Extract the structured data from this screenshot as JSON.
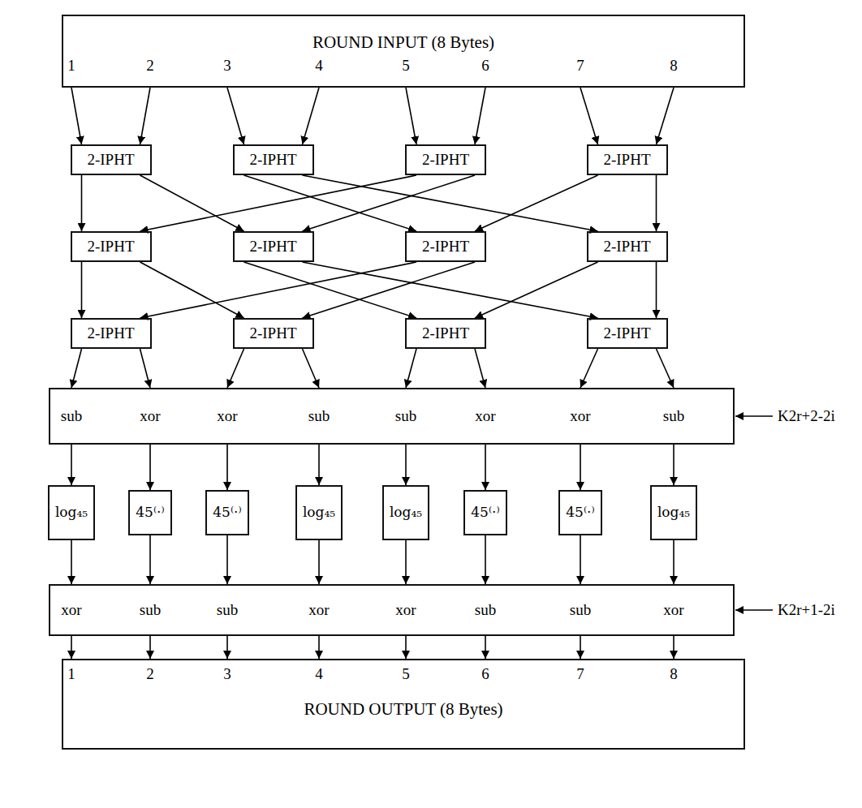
{
  "diagram": {
    "nodes": [
      {
        "text": [
          "ROUND INPUT (8 Bytes)"
        ]
      },
      {
        "text": [
          "2-IPHT"
        ]
      },
      {
        "text": [
          "2-IPHT"
        ]
      },
      {
        "text": [
          "2-IPHT"
        ]
      },
      {
        "text": [
          "2-IPHT"
        ]
      },
      {
        "text": [
          "2-IPHT"
        ]
      },
      {
        "text": [
          "2-IPHT"
        ]
      },
      {
        "text": [
          "2-IPHT"
        ]
      },
      {
        "text": [
          "2-IPHT"
        ]
      },
      {
        "text": [
          "2-IPHT"
        ]
      },
      {
        "text": [
          "2-IPHT"
        ]
      },
      {
        "text": [
          "2-IPHT"
        ]
      },
      {
        "text": [
          "2-IPHT"
        ]
      },
      {
        "text": [
          "sub",
          "xor",
          "xor",
          "sub",
          "sub",
          "xor",
          "xor",
          "sub"
        ]
      },
      {
        "text": [
          "log₄₅"
        ]
      },
      {
        "text": [
          "45⁽·⁾"
        ]
      },
      {
        "text": [
          "45⁽·⁾"
        ]
      },
      {
        "text": [
          "log₄₅"
        ]
      },
      {
        "text": [
          "log₄₅"
        ]
      },
      {
        "text": [
          "45⁽·⁾"
        ]
      },
      {
        "text": [
          "45⁽·⁾"
        ]
      },
      {
        "text": [
          "log₄₅"
        ]
      },
      {
        "text": [
          "xor",
          "sub",
          "sub",
          "xor",
          "xor",
          "sub",
          "sub",
          "xor"
        ]
      },
      {
        "text": [
          "ROUND OUTPUT (8 Bytes)"
        ]
      }
    ],
    "edges": [
      {
        "from": 0,
        "to": 1,
        "arrow": "to"
      },
      {
        "from": 0,
        "to": 1,
        "arrow": "to"
      },
      {
        "from": 0,
        "to": 2,
        "arrow": "to"
      },
      {
        "from": 0,
        "to": 2,
        "arrow": "to"
      },
      {
        "from": 0,
        "to": 3,
        "arrow": "to"
      },
      {
        "from": 0,
        "to": 3,
        "arrow": "to"
      },
      {
        "from": 0,
        "to": 4,
        "arrow": "to"
      },
      {
        "from": 0,
        "to": 4,
        "arrow": "to"
      },
      {
        "from": 1,
        "to": 5,
        "arrow": "to"
      },
      {
        "from": 1,
        "to": 6,
        "arrow": "to"
      },
      {
        "from": 2,
        "to": 7,
        "arrow": "to"
      },
      {
        "from": 2,
        "to": 8,
        "arrow": "to"
      },
      {
        "from": 3,
        "to": 5,
        "arrow": "to"
      },
      {
        "from": 3,
        "to": 6,
        "arrow": "to"
      },
      {
        "from": 4,
        "to": 7,
        "arrow": "to"
      },
      {
        "from": 4,
        "to": 8,
        "arrow": "to"
      },
      {
        "from": 5,
        "to": 9,
        "arrow": "to"
      },
      {
        "from": 5,
        "to": 10,
        "arrow": "to"
      },
      {
        "from": 6,
        "to": 11,
        "arrow": "to"
      },
      {
        "from": 6,
        "to": 12,
        "arrow": "to"
      },
      {
        "from": 7,
        "to": 9,
        "arrow": "to"
      },
      {
        "from": 7,
        "to": 10,
        "arrow": "to"
      },
      {
        "from": 8,
        "to": 11,
        "arrow": "to"
      },
      {
        "from": 8,
        "to": 12,
        "arrow": "to"
      },
      {
        "from": 9,
        "to": 13,
        "arrow": "to"
      },
      {
        "from": 9,
        "to": 13,
        "arrow": "to"
      },
      {
        "from": 10,
        "to": 13,
        "arrow": "to"
      },
      {
        "from": 10,
        "to": 13,
        "arrow": "to"
      },
      {
        "from": 11,
        "to": 13,
        "arrow": "to"
      },
      {
        "from": 11,
        "to": 13,
        "arrow": "to"
      },
      {
        "from": 12,
        "to": 13,
        "arrow": "to"
      },
      {
        "from": 12,
        "to": 13,
        "arrow": "to"
      },
      {
        "from": 13,
        "to": 14,
        "arrow": "to"
      },
      {
        "from": 13,
        "to": 15,
        "arrow": "to"
      },
      {
        "from": 13,
        "to": 16,
        "arrow": "to"
      },
      {
        "from": 13,
        "to": 17,
        "arrow": "to"
      },
      {
        "from": 13,
        "to": 18,
        "arrow": "to"
      },
      {
        "from": 13,
        "to": 19,
        "arrow": "to"
      },
      {
        "from": 13,
        "to": 20,
        "arrow": "to"
      },
      {
        "from": 13,
        "to": 21,
        "arrow": "to"
      },
      {
        "from": 14,
        "to": 22,
        "arrow": "to"
      },
      {
        "from": 15,
        "to": 22,
        "arrow": "to"
      },
      {
        "from": 16,
        "to": 22,
        "arrow": "to"
      },
      {
        "from": 17,
        "to": 22,
        "arrow": "to"
      },
      {
        "from": 18,
        "to": 22,
        "arrow": "to"
      },
      {
        "from": 19,
        "to": 22,
        "arrow": "to"
      },
      {
        "from": 20,
        "to": 22,
        "arrow": "to"
      },
      {
        "from": 21,
        "to": 22,
        "arrow": "to"
      },
      {
        "from": 22,
        "to": 23,
        "arrow": "to"
      },
      {
        "from": 22,
        "to": 23,
        "arrow": "to"
      },
      {
        "from": 22,
        "to": 23,
        "arrow": "to"
      },
      {
        "from": 22,
        "to": 23,
        "arrow": "to"
      },
      {
        "from": 22,
        "to": 23,
        "arrow": "to"
      },
      {
        "from": 22,
        "to": 23,
        "arrow": "to"
      },
      {
        "from": 22,
        "to": 23,
        "arrow": "to"
      },
      {
        "from": 22,
        "to": 23,
        "arrow": "to"
      }
    ],
    "labels": [
      "1",
      "2",
      "3",
      "4",
      "5",
      "6",
      "7",
      "8",
      "K2r+2-2i",
      "K2r+1-2i",
      "1",
      "2",
      "3",
      "4",
      "5",
      "6",
      "7",
      "8"
    ]
  }
}
